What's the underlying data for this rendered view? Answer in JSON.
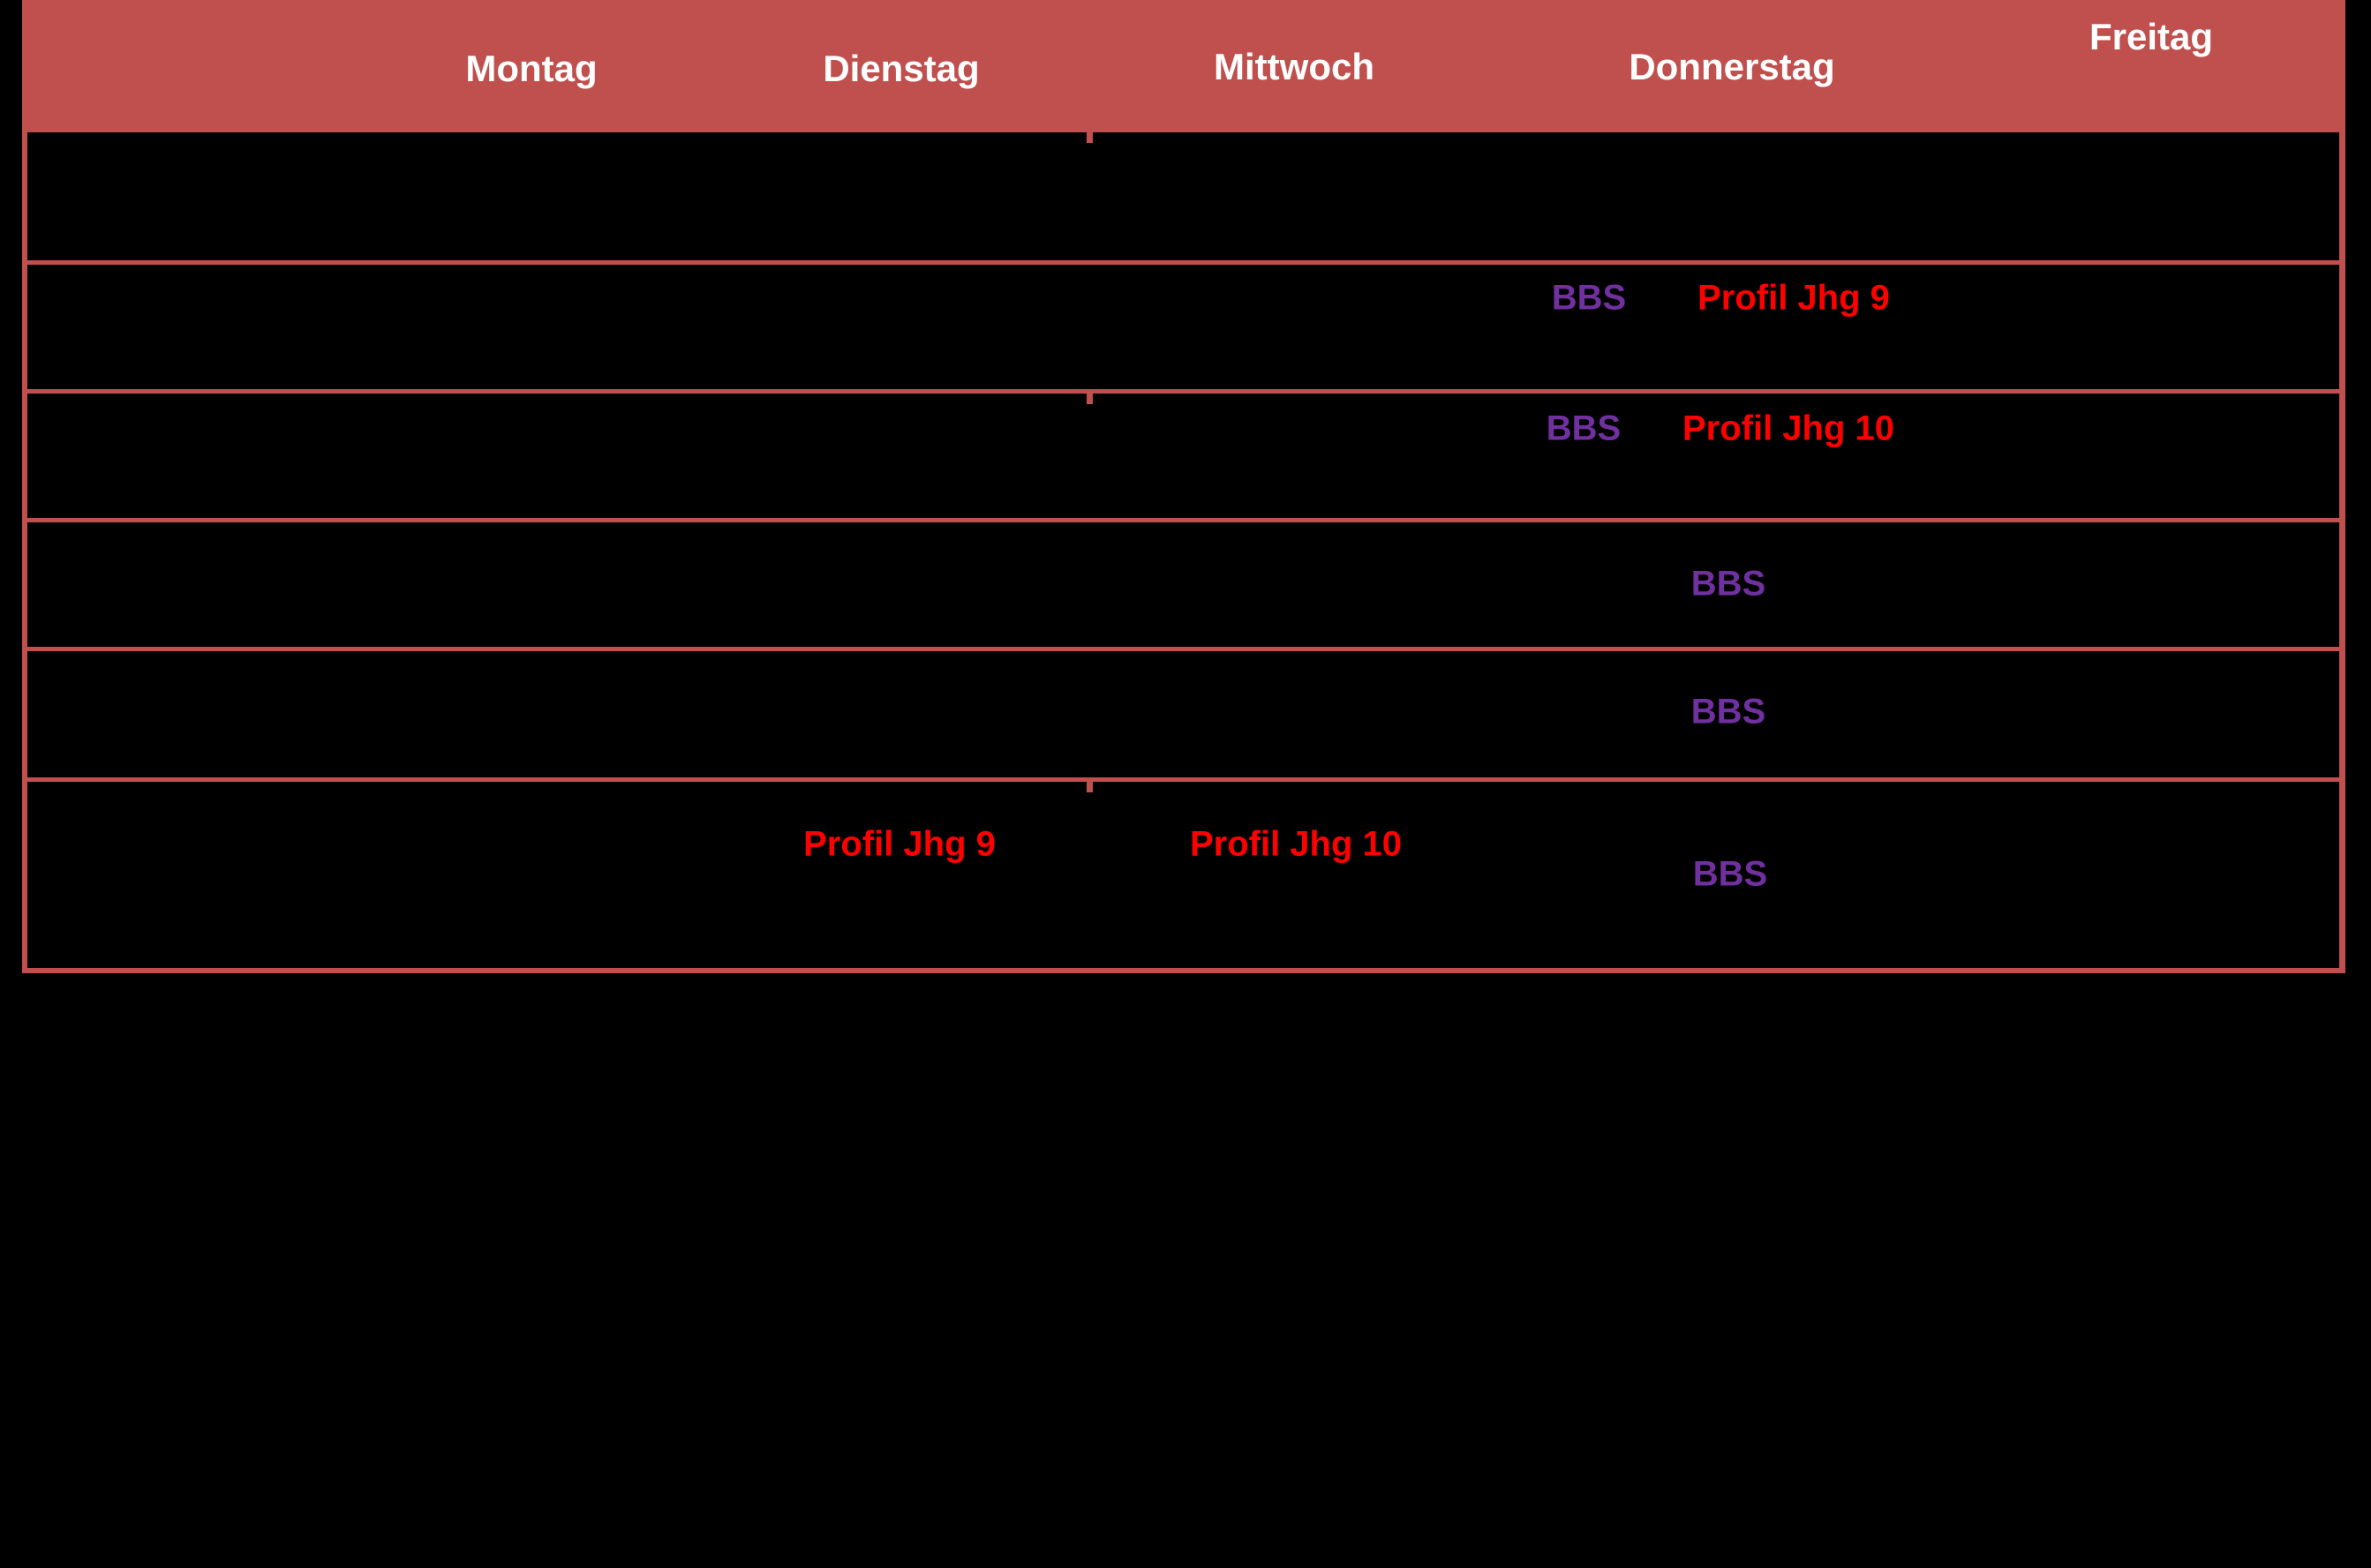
{
  "colors": {
    "background": "#000000",
    "header_bg": "#C0504D",
    "grid": "#C0504D",
    "header_text": "#FFFFFF",
    "bbs_purple": "#7030A0",
    "profil_red": "#FF0000"
  },
  "header": {
    "days": [
      "Montag",
      "Dienstag",
      "Mittwoch",
      "Donnerstag",
      "Freitag"
    ]
  },
  "timetable": {
    "rows": [
      {
        "entries": []
      },
      {
        "entries": [
          {
            "day": "Donnerstag",
            "parts": [
              {
                "text": "BBS",
                "color": "bbs_purple"
              },
              {
                "text": "Profil Jhg 9",
                "color": "profil_red"
              }
            ]
          }
        ]
      },
      {
        "entries": [
          {
            "day": "Donnerstag",
            "parts": [
              {
                "text": "BBS",
                "color": "bbs_purple"
              },
              {
                "text": "Profil Jhg 10",
                "color": "profil_red"
              }
            ]
          }
        ]
      },
      {
        "entries": [
          {
            "day": "Donnerstag",
            "parts": [
              {
                "text": "BBS",
                "color": "bbs_purple"
              }
            ]
          }
        ]
      },
      {
        "entries": [
          {
            "day": "Donnerstag",
            "parts": [
              {
                "text": "BBS",
                "color": "bbs_purple"
              }
            ]
          }
        ]
      },
      {
        "entries": [
          {
            "day": "Dienstag",
            "parts": [
              {
                "text": "Profil Jhg 9",
                "color": "profil_red"
              }
            ]
          },
          {
            "day": "Mittwoch",
            "parts": [
              {
                "text": "Profil Jhg 10",
                "color": "profil_red"
              }
            ]
          },
          {
            "day": "Donnerstag",
            "parts": [
              {
                "text": "BBS",
                "color": "bbs_purple"
              }
            ]
          }
        ]
      }
    ]
  }
}
